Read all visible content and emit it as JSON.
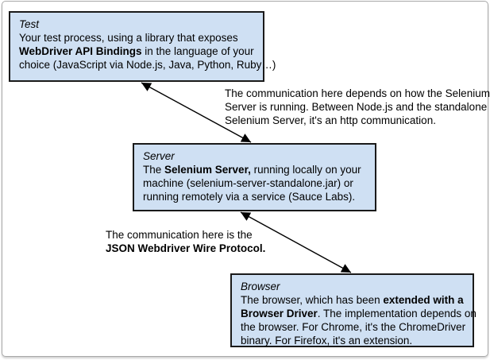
{
  "diagram": {
    "boxes": {
      "test": {
        "title": "Test",
        "lines": [
          [
            {
              "t": "Your test process, using a library that exposes"
            }
          ],
          [
            {
              "t": "WebDriver API Bindings",
              "b": true
            },
            {
              "t": " in the language of your"
            }
          ],
          [
            {
              "t": "choice (JavaScript via Node.js, Java, Python, Ruby…)"
            }
          ]
        ]
      },
      "server": {
        "title": "Server",
        "lines": [
          [
            {
              "t": "The "
            },
            {
              "t": "Selenium Server,",
              "b": true
            },
            {
              "t": " running locally on your"
            }
          ],
          [
            {
              "t": "machine (selenium-server-standalone.jar) or"
            }
          ],
          [
            {
              "t": "running remotely via a service (Sauce Labs)."
            }
          ]
        ]
      },
      "browser": {
        "title": "Browser",
        "lines": [
          [
            {
              "t": "The browser, which has been "
            },
            {
              "t": "extended with a",
              "b": true
            }
          ],
          [
            {
              "t": "Browser Driver",
              "b": true
            },
            {
              "t": ". The implementation depends on"
            }
          ],
          [
            {
              "t": "the browser. For Chrome, it's the ChromeDriver"
            }
          ],
          [
            {
              "t": "binary. For Firefox, it's an extension."
            }
          ]
        ]
      }
    },
    "annotations": {
      "http": {
        "lines": [
          [
            {
              "t": "The communication here depends on how the Selenium"
            }
          ],
          [
            {
              "t": "Server is running. Between Node.js and the standalone"
            }
          ],
          [
            {
              "t": "Selenium Server, it's an http communication."
            }
          ]
        ]
      },
      "json_wire": {
        "lines": [
          [
            {
              "t": "The communication here is the"
            }
          ],
          [
            {
              "t": "JSON Webdriver Wire Protocol.",
              "b": true
            }
          ]
        ]
      }
    }
  },
  "colors": {
    "box_fill": "#cfe0f3",
    "box_border": "#1a1a1a",
    "arrow": "#000000",
    "text": "#000000",
    "frame_border": "#a8a8a8",
    "background": "#ffffff"
  }
}
